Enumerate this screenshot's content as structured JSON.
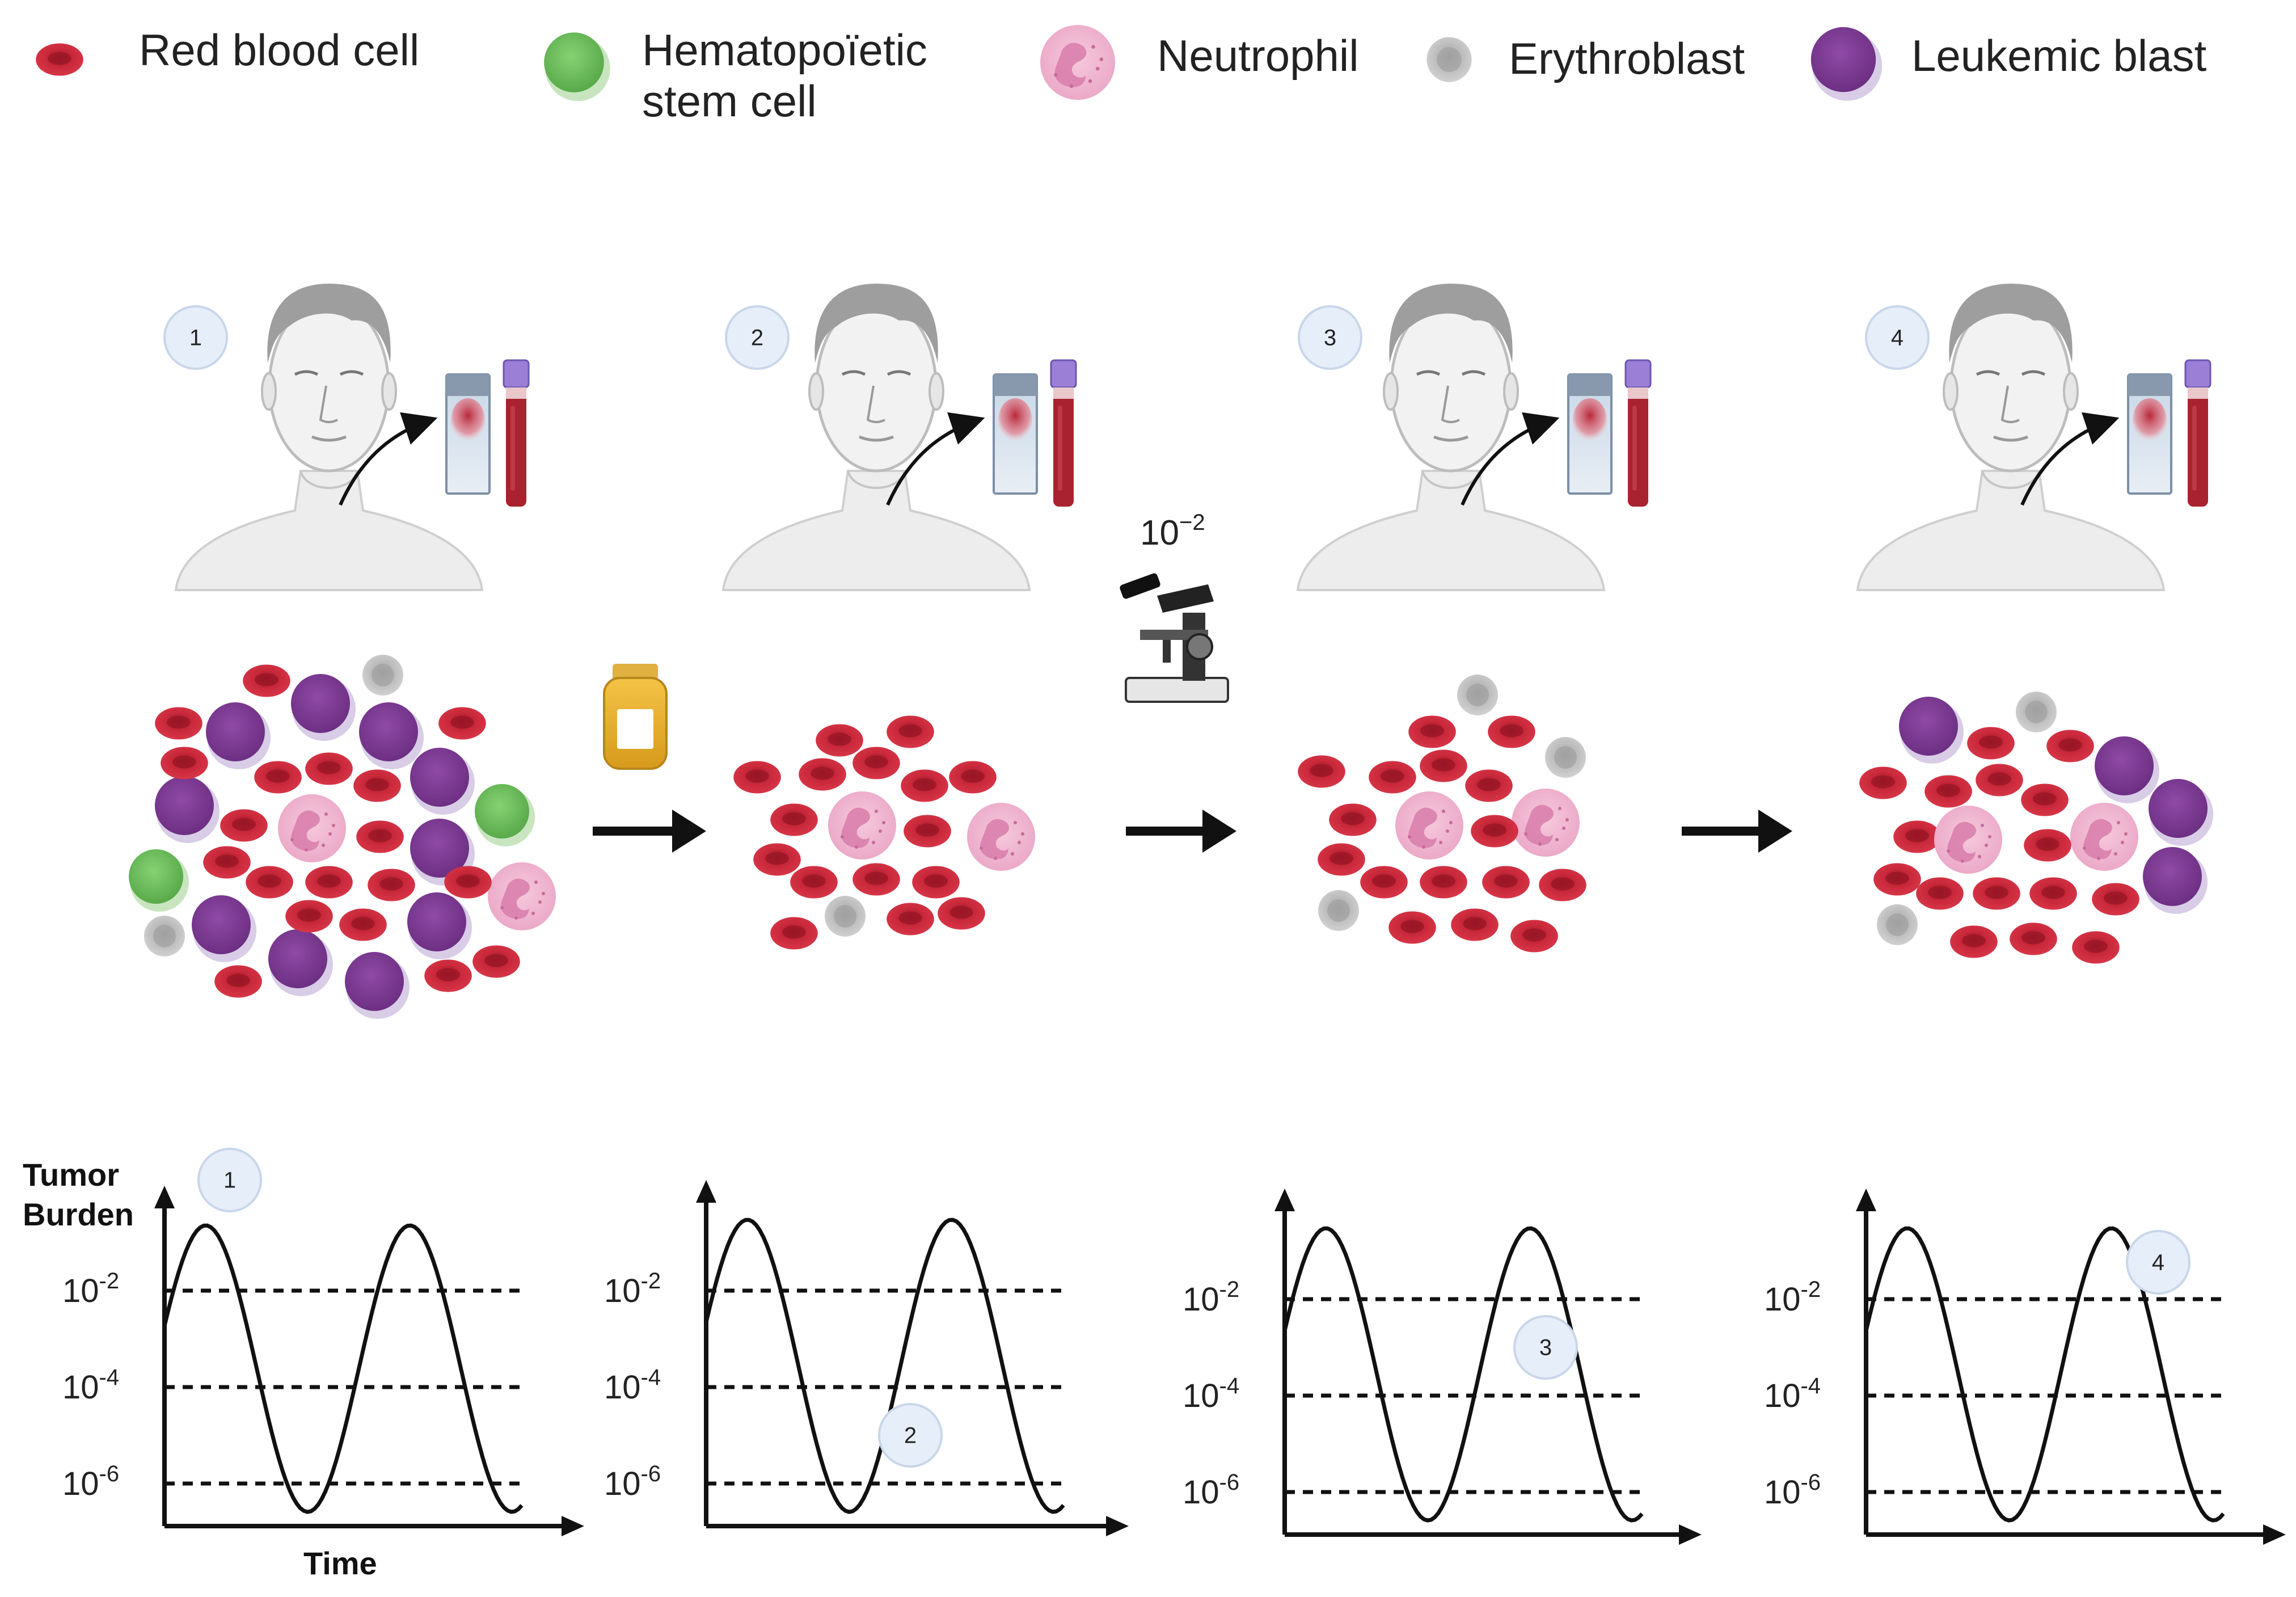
{
  "legend": [
    {
      "label": "Red blood cell",
      "cell": "rbc"
    },
    {
      "label": "Hematopoïetic",
      "label2": "stem cell",
      "cell": "hsc"
    },
    {
      "label": "Neutrophil",
      "cell": "neutrophil"
    },
    {
      "label": "Erythroblast",
      "cell": "erythroblast"
    },
    {
      "label": "Leukemic blast",
      "cell": "blast"
    }
  ],
  "colors": {
    "rbc": "#c8283a",
    "hsc": "#6cbf5a",
    "neutrophil": "#f0b6d2",
    "erythroblast": "#bdbdbd",
    "blast": "#7e3d93",
    "tube_blood": "#a8232f",
    "tube_cap": "#9b7fd6",
    "step_circle": "#e6eef9"
  },
  "steps": [
    "1",
    "2",
    "3",
    "4"
  ],
  "microscope_label": {
    "base": "10",
    "exp": "−2"
  },
  "plot": {
    "y_title_line1": "Tumor",
    "y_title_line2": "Burden",
    "x_title": "Time",
    "ticks": [
      {
        "base": "10",
        "exp": "-2"
      },
      {
        "base": "10",
        "exp": "-4"
      },
      {
        "base": "10",
        "exp": "-6"
      }
    ]
  },
  "icons": {
    "patient": "patient-bust-icon",
    "sample": "bone-marrow-slide-icon",
    "tube": "blood-tube-icon",
    "bag": "blood-bag-icon",
    "microscope": "microscope-icon",
    "arrow": "right-arrow-icon"
  }
}
